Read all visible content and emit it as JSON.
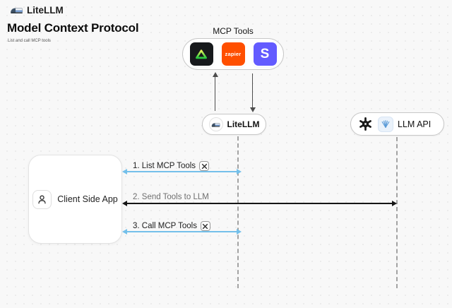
{
  "header": {
    "brand": "LiteLLM",
    "title": "Model Context Protocol",
    "subtitle": "List and call MCP tools"
  },
  "diagram": {
    "mcp_tools": {
      "label": "MCP Tools",
      "icons": [
        {
          "name": "triangle-tool-icon",
          "bg": "#17191c"
        },
        {
          "name": "zapier-icon",
          "bg": "#ff4f00",
          "text": "zapier"
        },
        {
          "name": "stripe-icon",
          "bg": "#635bff",
          "text": "S"
        }
      ]
    },
    "litellm_node": {
      "label": "LiteLLM",
      "icon": "train-icon"
    },
    "llm_api_node": {
      "label": "LLM API",
      "icons": [
        "openai-icon",
        "llm-provider-icon"
      ]
    },
    "client_node": {
      "label": "Client Side App",
      "icon": "user-icon"
    },
    "flows": [
      {
        "label": "1. List MCP Tools",
        "icon": "hammer-wrench-icon",
        "arrow_color": "#74c0ea",
        "direction": "both"
      },
      {
        "label": "2. Send Tools to LLM",
        "arrow_color": "#161616",
        "direction": "both"
      },
      {
        "label": "3. Call MCP Tools",
        "icon": "hammer-wrench-icon",
        "arrow_color": "#74c0ea",
        "direction": "both"
      }
    ],
    "colors": {
      "background": "#f8f8f8",
      "node_border": "#c7c7c7",
      "dashed_line": "#a3a3a3",
      "blue_arrow": "#74c0ea",
      "black_arrow": "#161616",
      "vertical_arrow": "#4d4d4d"
    }
  }
}
